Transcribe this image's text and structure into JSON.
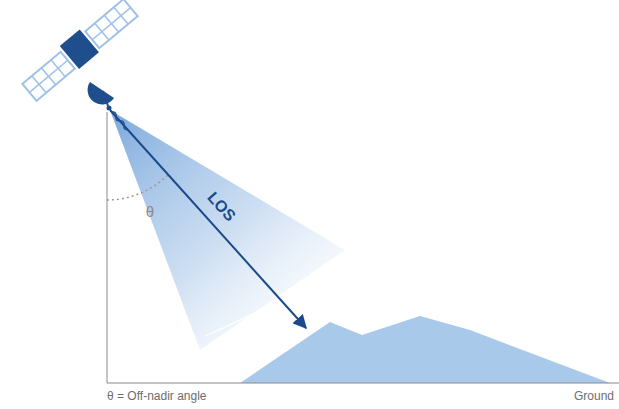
{
  "diagram": {
    "labels": [
      "LOS",
      "θ",
      "θ = Off-nadir angle",
      "Ground"
    ]
  }
}
